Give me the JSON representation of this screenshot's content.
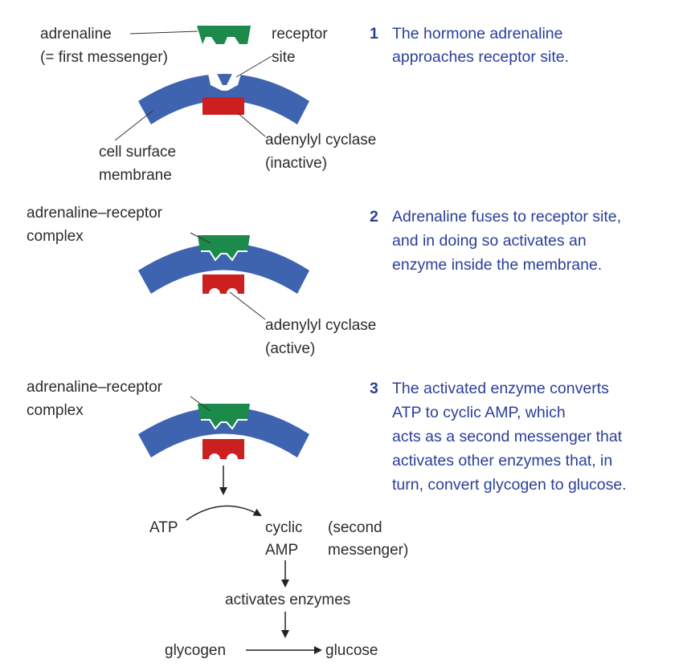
{
  "colors": {
    "membrane": "#3e64b0",
    "adrenaline": "#1c8a4a",
    "enzyme": "#cc1f1f",
    "step_text": "#2a3f99",
    "label_text": "#2c2c2c"
  },
  "panel1": {
    "adrenaline_label": "adrenaline",
    "first_messenger_label": "(= first messenger)",
    "receptor_label_line1": "receptor",
    "receptor_label_line2": "site",
    "membrane_label_line1": "cell surface",
    "membrane_label_line2": "membrane",
    "enzyme_label_line1": "adenylyl cyclase",
    "enzyme_label_line2": "(inactive)",
    "step_number": "1",
    "step_text_line1": "The hormone adrenaline",
    "step_text_line2": "approaches receptor site."
  },
  "panel2": {
    "complex_label_line1": "adrenaline–receptor",
    "complex_label_line2": "complex",
    "enzyme_label_line1": "adenylyl cyclase",
    "enzyme_label_line2": "(active)",
    "step_number": "2",
    "step_text_line1": "Adrenaline fuses to receptor site,",
    "step_text_line2": "and in doing so activates an",
    "step_text_line3": "enzyme inside the membrane."
  },
  "panel3": {
    "complex_label_line1": "adrenaline–receptor",
    "complex_label_line2": "complex",
    "step_number": "3",
    "step_text_line1": "The activated enzyme converts",
    "step_text_line2": "ATP to cyclic AMP, which",
    "step_text_line3": "acts as a second messenger that",
    "step_text_line4": "activates other enzymes that, in",
    "step_text_line5": "turn, convert glycogen to glucose."
  },
  "cascade": {
    "atp": "ATP",
    "camp_line1": "cyclic",
    "camp_line2": "AMP",
    "second_messenger_line1": "(second",
    "second_messenger_line2": "messenger)",
    "activates": "activates enzymes",
    "glycogen": "glycogen",
    "glucose": "glucose"
  }
}
